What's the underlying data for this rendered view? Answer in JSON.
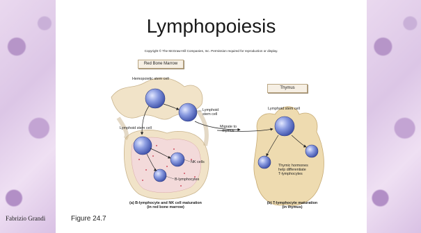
{
  "slide": {
    "title": "Lymphopoiesis",
    "copyright": "Copyright © The McGraw-Hill Companies, Inc. Permission required for reproduction or display.",
    "author": "Fabrizio Grandi",
    "figure": "Figure 24.7"
  },
  "diagram": {
    "red_bone_marrow": "Red Bone Marrow",
    "thymus": "Thymus",
    "hemopoietic_stem_cell": "Hemopoietic stem cell",
    "lymphoid_stem_cell_marrow_1": "Lymphoid",
    "lymphoid_stem_cell_marrow_2": "stem cell",
    "lymphoid_stem_cell_left": "Lymphoid stem cell",
    "migrate_1": "Migrate to",
    "migrate_2": "thymus",
    "nk_cells": "NK cells",
    "b_lymphocytes": "B-lymphocytes",
    "lymphoid_stem_cell_thymus": "Lymphoid stem cell",
    "thymic_1": "Thymic hormones",
    "thymic_2": "help differentiate",
    "thymic_3": "T-lymphocytes",
    "caption_a_1": "(a) B-lymphocyte and NK cell maturation",
    "caption_a_2": "(in red bone marrow)",
    "caption_b_1": "(b) T-lymphocyte maturation",
    "caption_b_2": "(in thymus)"
  },
  "colors": {
    "cell": "#5a6fc4",
    "bone": "#f1e3c8",
    "marrow": "#f3dada",
    "thymus": "#eedbb0"
  }
}
